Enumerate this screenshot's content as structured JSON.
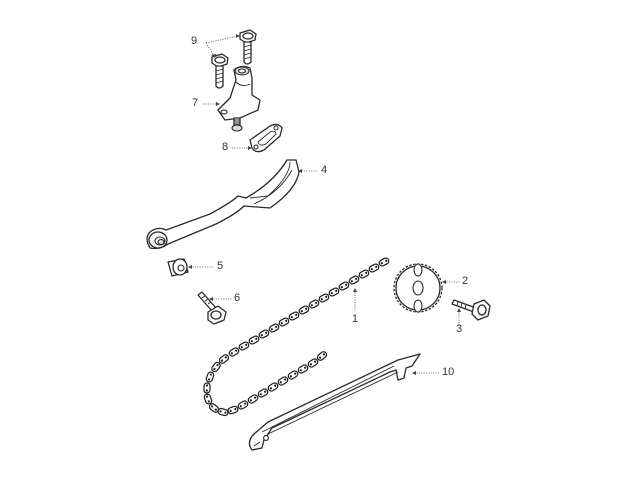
{
  "diagram": {
    "type": "exploded-parts-diagram",
    "subject": "cam chain / timing chain assembly",
    "background": "#ffffff",
    "line_color": "#2a2a2a",
    "callouts": [
      {
        "id": 1,
        "label": "1",
        "part": "timing-chain"
      },
      {
        "id": 2,
        "label": "2",
        "part": "sprocket"
      },
      {
        "id": 3,
        "label": "3",
        "part": "sprocket-bolt"
      },
      {
        "id": 4,
        "label": "4",
        "part": "chain-tensioner-slipper"
      },
      {
        "id": 5,
        "label": "5",
        "part": "bushing"
      },
      {
        "id": 6,
        "label": "6",
        "part": "slipper-pivot-bolt"
      },
      {
        "id": 7,
        "label": "7",
        "part": "chain-tensioner"
      },
      {
        "id": 8,
        "label": "8",
        "part": "tensioner-gasket"
      },
      {
        "id": 9,
        "label": "9",
        "part": "tensioner-bolts"
      },
      {
        "id": 10,
        "label": "10",
        "part": "chain-guide"
      }
    ]
  }
}
